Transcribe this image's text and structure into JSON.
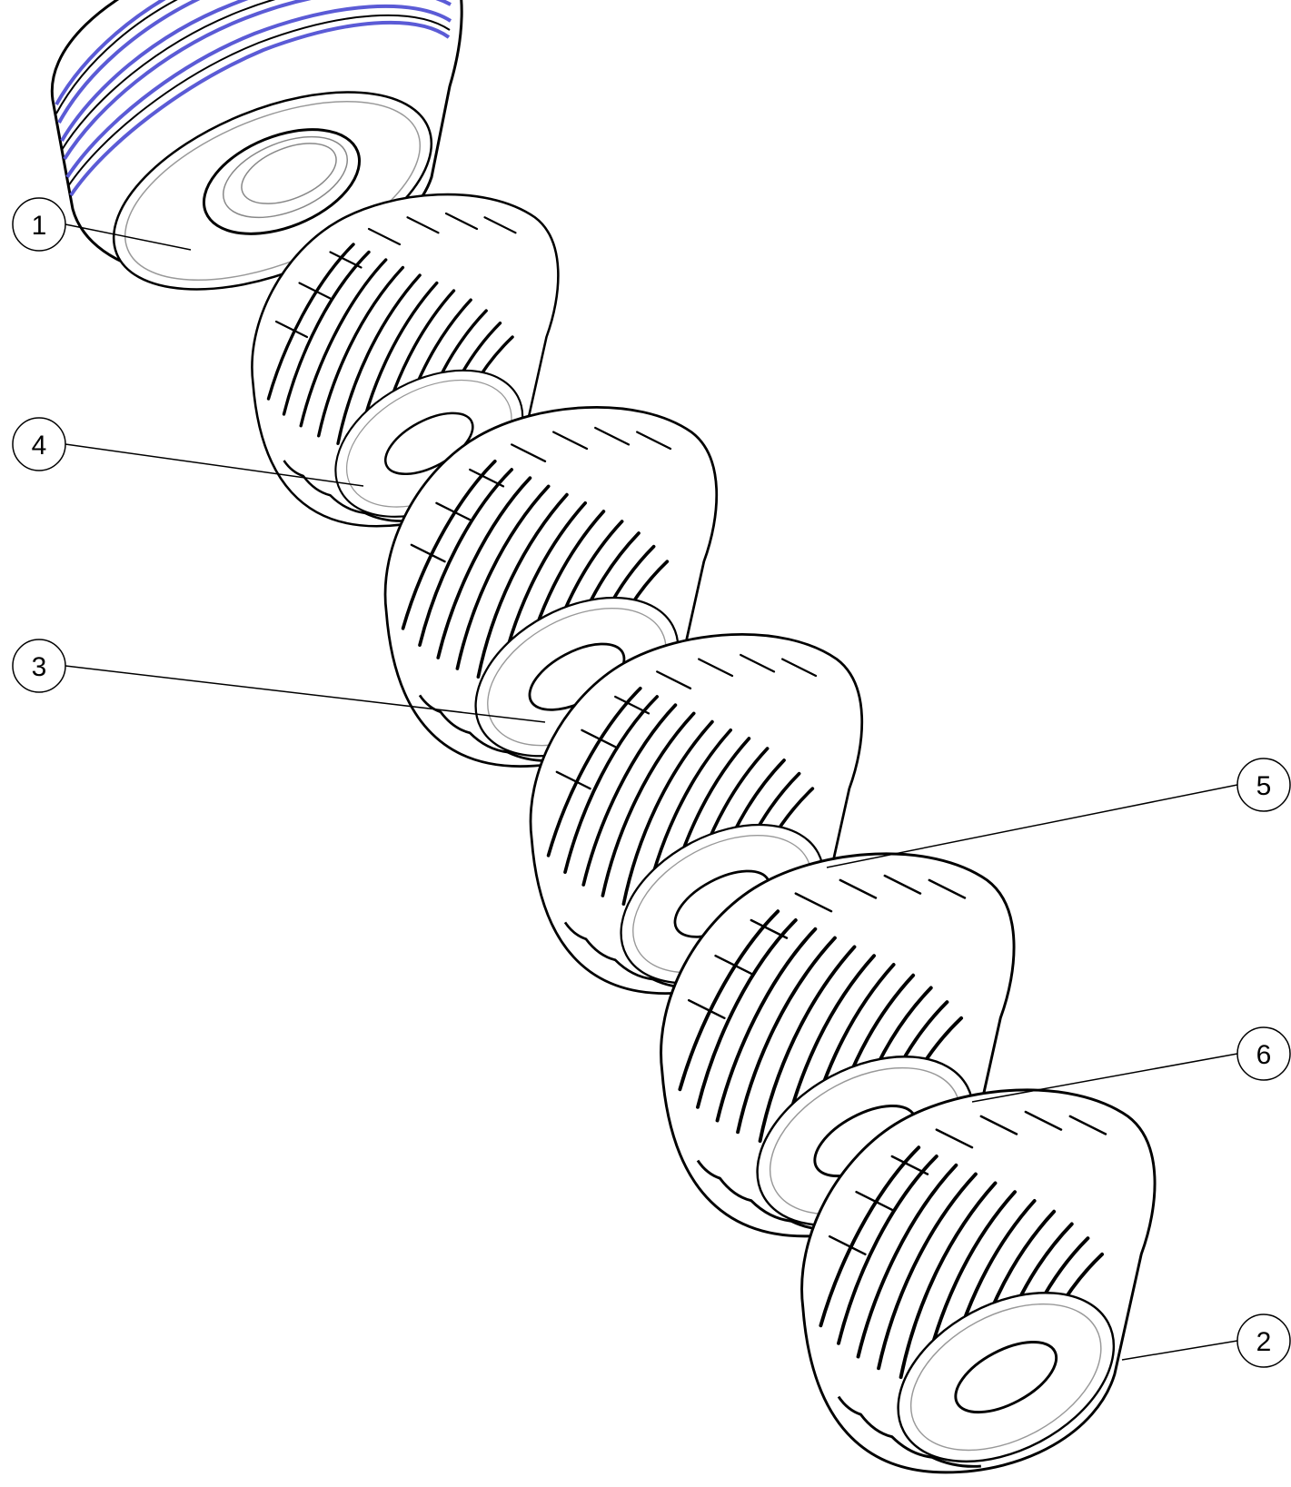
{
  "diagram": {
    "callouts": [
      {
        "id": "callout-1",
        "label": "1"
      },
      {
        "id": "callout-4",
        "label": "4"
      },
      {
        "id": "callout-3",
        "label": "3"
      },
      {
        "id": "callout-5",
        "label": "5"
      },
      {
        "id": "callout-6",
        "label": "6"
      },
      {
        "id": "callout-2",
        "label": "2"
      }
    ],
    "colors": {
      "line": "#000000",
      "highlight_tread": "#5b5bd6",
      "background": "#ffffff"
    }
  }
}
